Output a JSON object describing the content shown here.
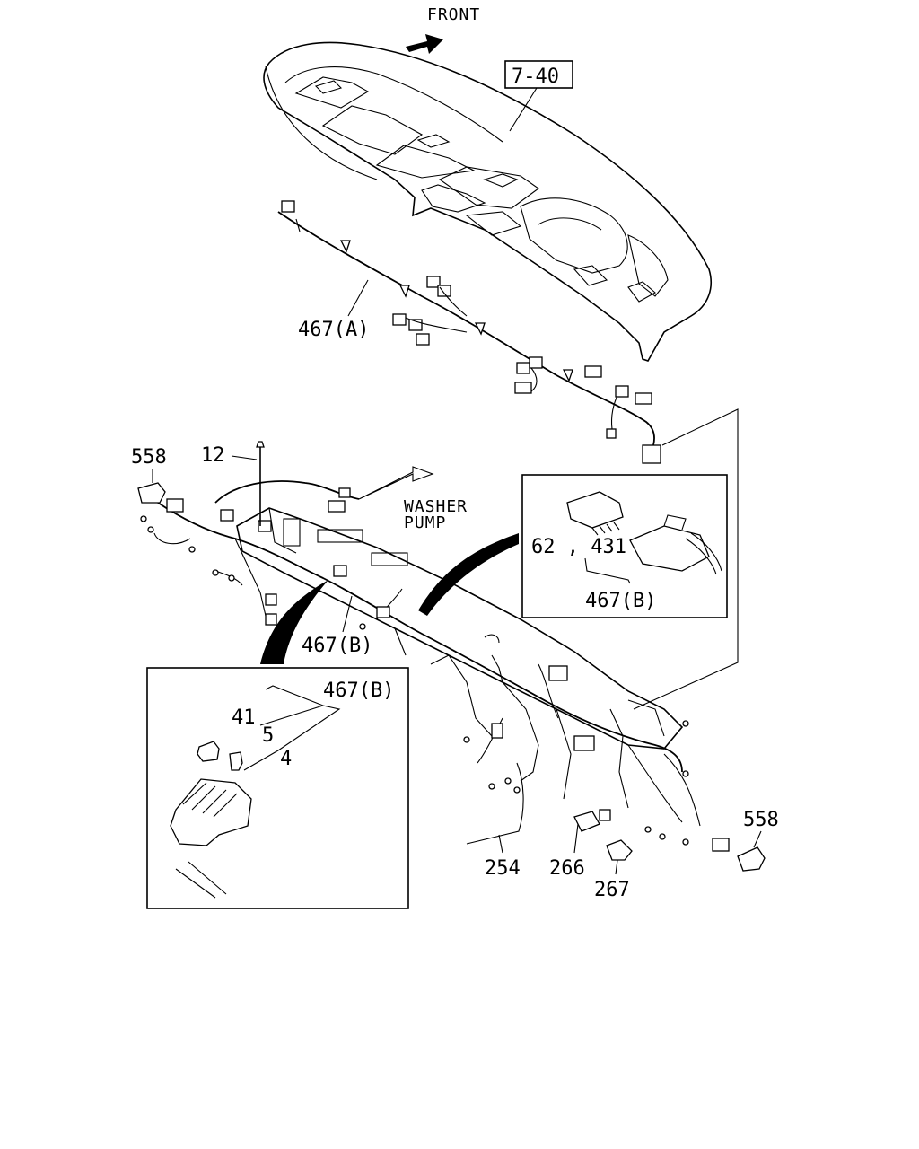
{
  "direction_label": "FRONT",
  "callouts": {
    "ref_7_40": "7-40",
    "harness_a": "467(A)",
    "harness_b_main": "467(B)",
    "part_558_left": "558",
    "part_12": "12",
    "washer_pump_line1": "WASHER",
    "washer_pump_line2": "PUMP",
    "part_254": "254",
    "part_266": "266",
    "part_267": "267",
    "part_558_right": "558"
  },
  "inset_right": {
    "label_parts": "62 , 431",
    "label_harness": "467(B)"
  },
  "inset_left": {
    "label_harness": "467(B)",
    "label_41": "41",
    "label_5": "5",
    "label_4": "4"
  }
}
